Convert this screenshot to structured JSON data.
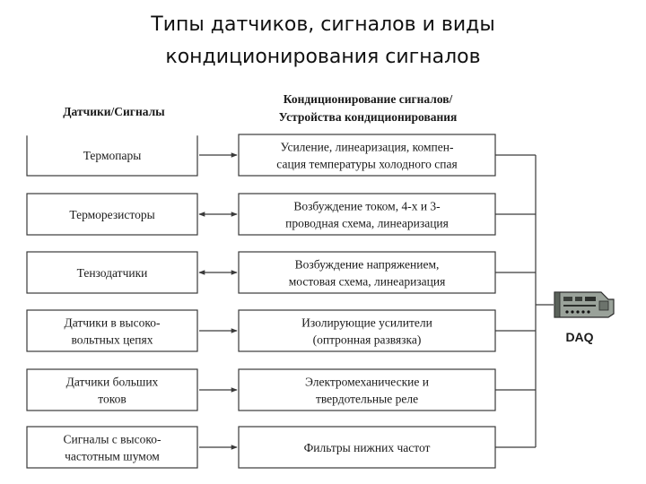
{
  "title": {
    "line1": "Типы датчиков, сигналов и виды",
    "line2": "кондиционирования сигналов"
  },
  "headers": {
    "left": "Датчики/Сигналы",
    "right_line1": "Кондиционирование сигналов/",
    "right_line2": "Устройства кондиционирования"
  },
  "rows": [
    {
      "left": [
        "Термопары"
      ],
      "right": [
        "Усиление, линеаризация, компен-",
        "сация температуры холодного спая"
      ],
      "arrow": "right"
    },
    {
      "left": [
        "Терморезисторы"
      ],
      "right": [
        "Возбуждение током, 4-х и 3-",
        "проводная схема, линеаризация"
      ],
      "arrow": "both"
    },
    {
      "left": [
        "Тензодатчики"
      ],
      "right": [
        "Возбуждение напряжением,",
        "мостовая схема, линеаризация"
      ],
      "arrow": "both"
    },
    {
      "left": [
        "Датчики в высоко-",
        "вольтных цепях"
      ],
      "right": [
        "Изолирующие усилители",
        "(оптронная развязка)"
      ],
      "arrow": "right"
    },
    {
      "left": [
        "Датчики больших",
        "токов"
      ],
      "right": [
        "Электромеханические и",
        "твердотельные реле"
      ],
      "arrow": "right"
    },
    {
      "left": [
        "Сигналы с высоко-",
        "частотным шумом"
      ],
      "right": [
        "Фильтры нижних частот"
      ],
      "arrow": "right"
    }
  ],
  "daq": {
    "label": "DAQ",
    "icon": "daq-device-icon"
  }
}
